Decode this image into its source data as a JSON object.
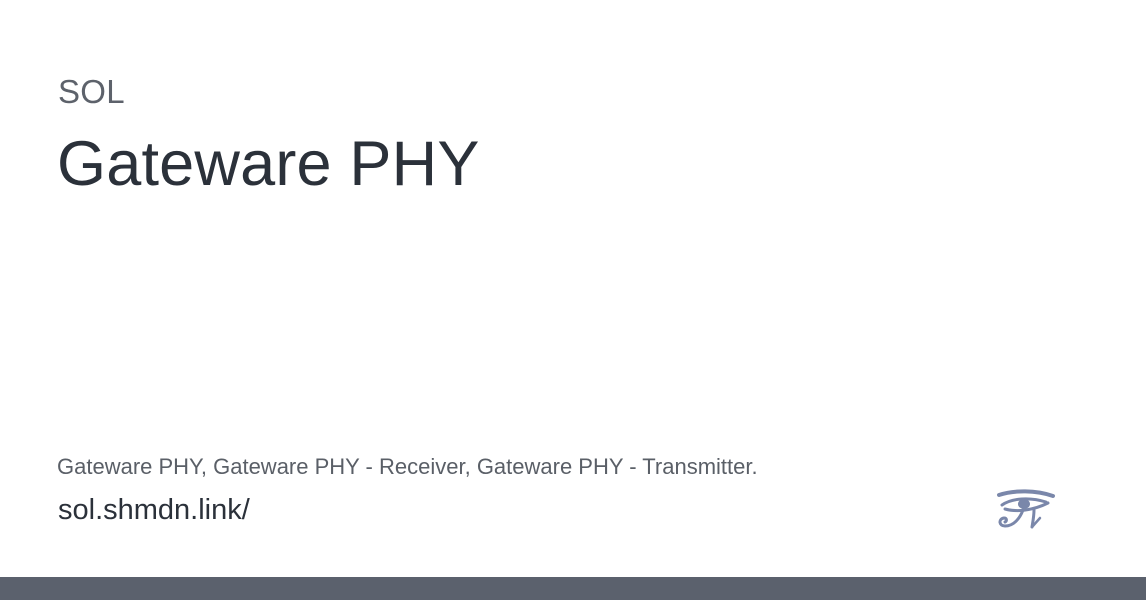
{
  "card": {
    "site_name": "SOL",
    "title": "Gateware PHY",
    "description": "Gateware PHY, Gateware PHY - Receiver, Gateware PHY - Transmitter.",
    "url": "sol.shmdn.link/"
  },
  "logo": {
    "icon": "eye-of-horus-icon",
    "color": "#7a87aa"
  },
  "colors": {
    "background": "#ffffff",
    "title_text": "#2b313a",
    "muted_text": "#5d626b",
    "footer_bar": "#5b616d"
  }
}
